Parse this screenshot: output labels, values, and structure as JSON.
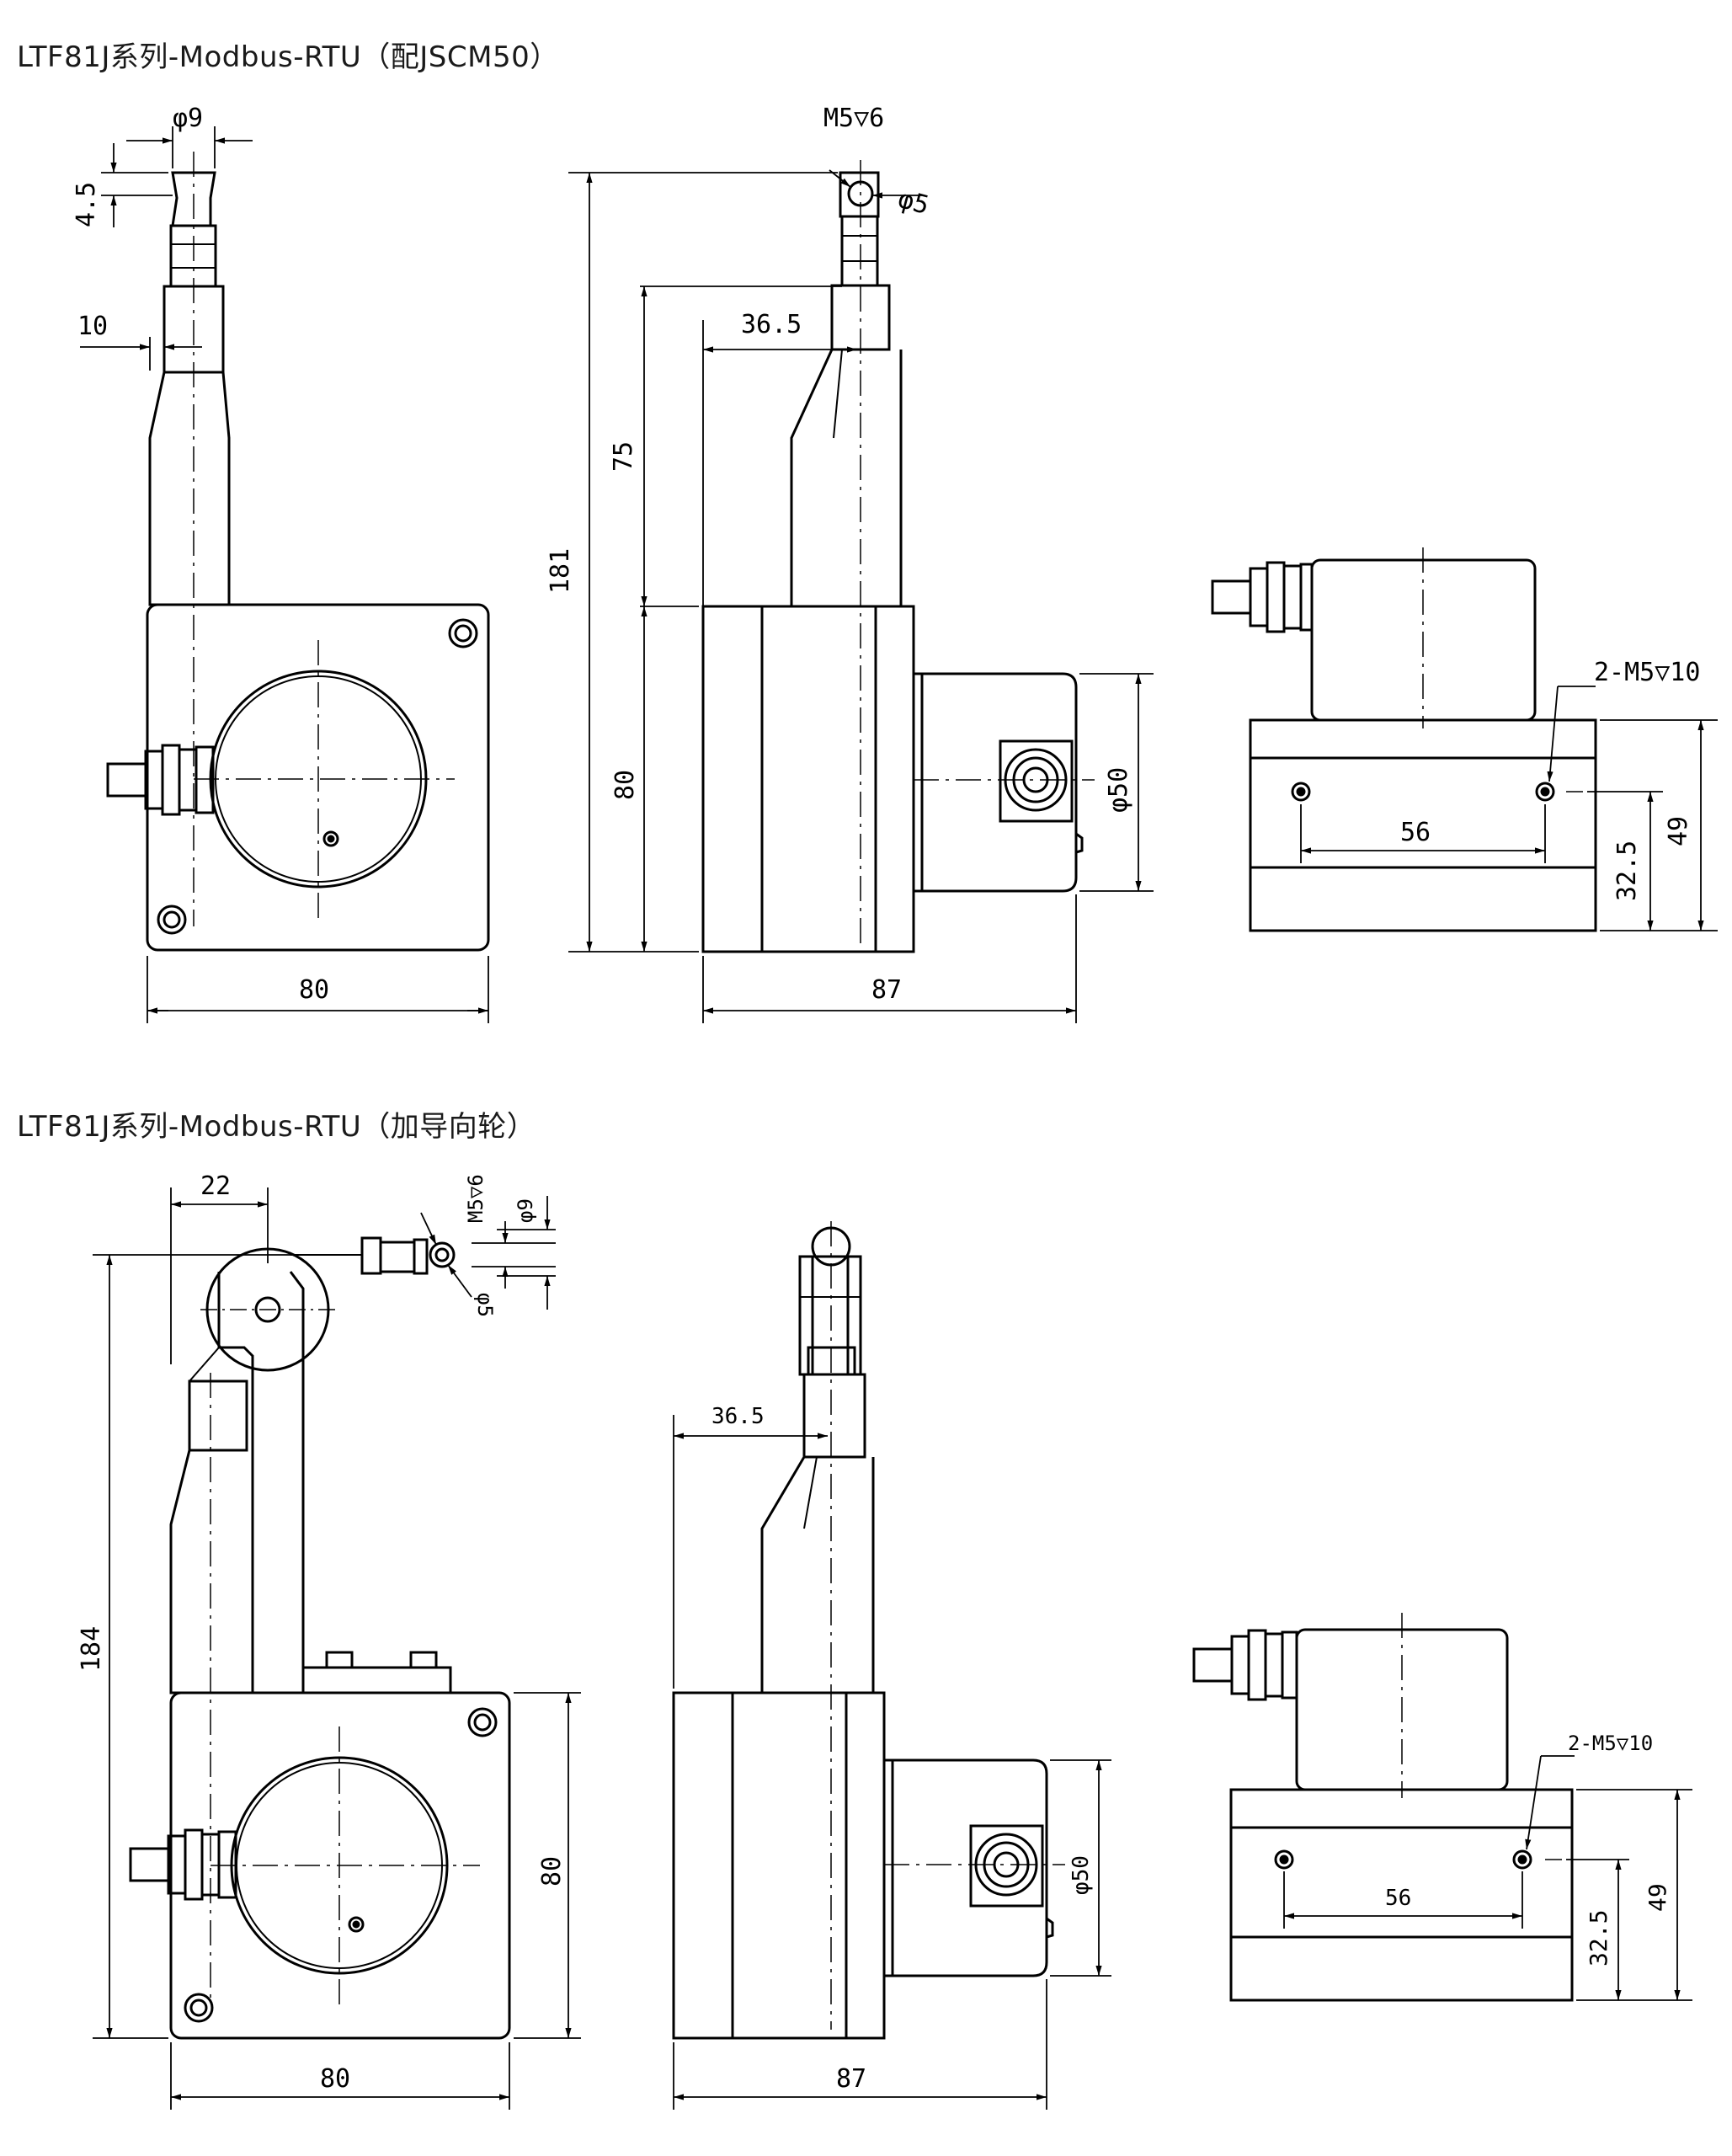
{
  "section1": {
    "title": "LTF81J系列-Modbus-RTU（配JSCM50）",
    "dims": {
      "phi9": "φ9",
      "d4_5": "4.5",
      "d10": "10",
      "d80_w": "80",
      "m5": "M5▽6",
      "phi5": "φ5",
      "d36_5": "36.5",
      "d75": "75",
      "d181": "181",
      "d80_h": "80",
      "phi50": "φ50",
      "d87": "87",
      "m5x2": "2-M5▽10",
      "d56": "56",
      "d32_5": "32.5",
      "d49": "49"
    }
  },
  "section2": {
    "title": "LTF81J系列-Modbus-RTU（加导向轮）",
    "dims": {
      "d22": "22",
      "m5": "M5▽6",
      "phi9": "φ9",
      "phi5": "φ5",
      "d184": "184",
      "d80_h": "80",
      "d80_w": "80",
      "d36_5": "36.5",
      "phi50": "φ50",
      "d87": "87",
      "m5x2": "2-M5▽10",
      "d56": "56",
      "d32_5": "32.5",
      "d49": "49"
    }
  },
  "colors": {
    "line": "#000000",
    "background": "#ffffff"
  }
}
